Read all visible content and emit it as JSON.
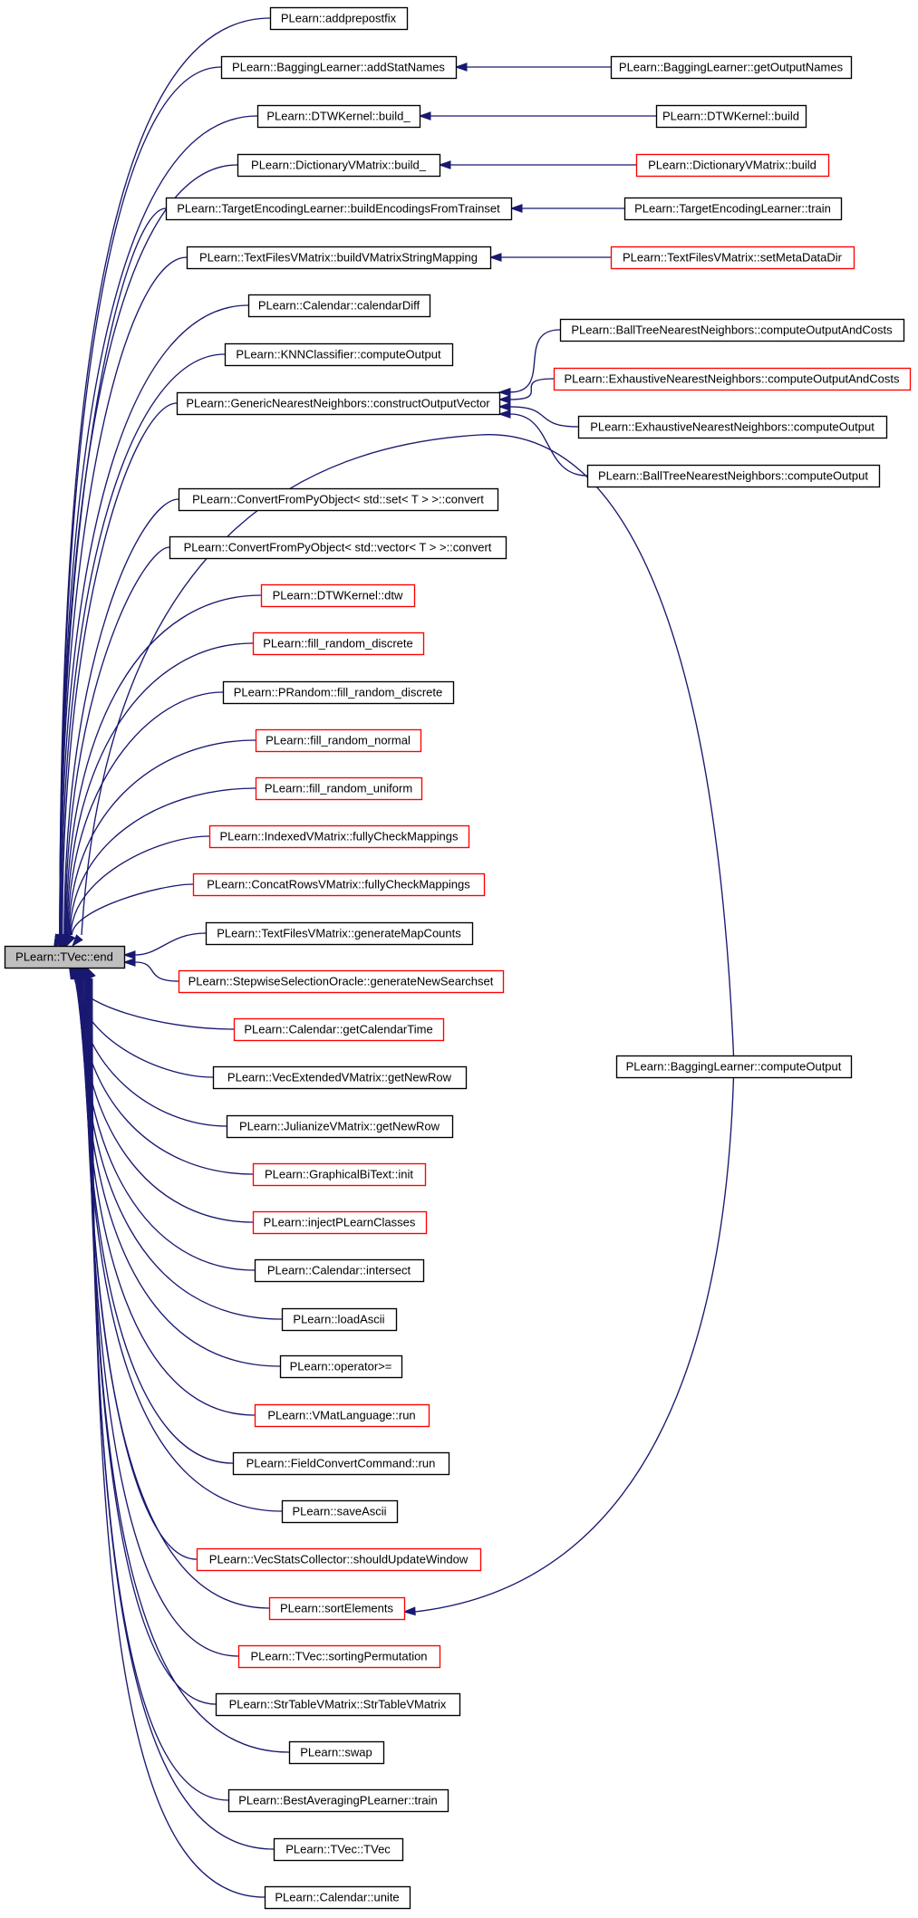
{
  "colors": {
    "edge": "#191970",
    "border_default": "#000000",
    "border_incomplete": "#ff0000",
    "root_fill": "#bfbfbf"
  },
  "nodes": [
    {
      "id": "root",
      "label": "PLearn::TVec::end",
      "style": "root"
    },
    {
      "id": "n1",
      "label": "PLearn::addprepostfix",
      "style": "default"
    },
    {
      "id": "n2",
      "label": "PLearn::BaggingLearner::addStatNames",
      "style": "default"
    },
    {
      "id": "n3",
      "label": "PLearn::DTWKernel::build_",
      "style": "default"
    },
    {
      "id": "n4",
      "label": "PLearn::DictionaryVMatrix::build_",
      "style": "default"
    },
    {
      "id": "n5",
      "label": "PLearn::TargetEncodingLearner::buildEncodingsFromTrainset",
      "style": "default"
    },
    {
      "id": "n6",
      "label": "PLearn::TextFilesVMatrix::buildVMatrixStringMapping",
      "style": "default"
    },
    {
      "id": "n7",
      "label": "PLearn::Calendar::calendarDiff",
      "style": "default"
    },
    {
      "id": "n8",
      "label": "PLearn::KNNClassifier::computeOutput",
      "style": "default"
    },
    {
      "id": "n9",
      "label": "PLearn::GenericNearestNeighbors::constructOutputVector",
      "style": "default"
    },
    {
      "id": "n10",
      "label": "PLearn::ConvertFromPyObject< std::set< T > >::convert",
      "style": "default"
    },
    {
      "id": "n11",
      "label": "PLearn::ConvertFromPyObject< std::vector< T > >::convert",
      "style": "default"
    },
    {
      "id": "n12",
      "label": "PLearn::DTWKernel::dtw",
      "style": "incomplete"
    },
    {
      "id": "n13",
      "label": "PLearn::fill_random_discrete",
      "style": "incomplete"
    },
    {
      "id": "n14",
      "label": "PLearn::PRandom::fill_random_discrete",
      "style": "default"
    },
    {
      "id": "n15",
      "label": "PLearn::fill_random_normal",
      "style": "incomplete"
    },
    {
      "id": "n16",
      "label": "PLearn::fill_random_uniform",
      "style": "incomplete"
    },
    {
      "id": "n17",
      "label": "PLearn::IndexedVMatrix::fullyCheckMappings",
      "style": "incomplete"
    },
    {
      "id": "n18",
      "label": "PLearn::ConcatRowsVMatrix::fullyCheckMappings",
      "style": "incomplete"
    },
    {
      "id": "n19",
      "label": "PLearn::TextFilesVMatrix::generateMapCounts",
      "style": "default"
    },
    {
      "id": "n20",
      "label": "PLearn::StepwiseSelectionOracle::generateNewSearchset",
      "style": "incomplete"
    },
    {
      "id": "n21",
      "label": "PLearn::Calendar::getCalendarTime",
      "style": "incomplete"
    },
    {
      "id": "n22",
      "label": "PLearn::VecExtendedVMatrix::getNewRow",
      "style": "default"
    },
    {
      "id": "n23",
      "label": "PLearn::JulianizeVMatrix::getNewRow",
      "style": "default"
    },
    {
      "id": "n24",
      "label": "PLearn::GraphicalBiText::init",
      "style": "incomplete"
    },
    {
      "id": "n25",
      "label": "PLearn::injectPLearnClasses",
      "style": "incomplete"
    },
    {
      "id": "n26",
      "label": "PLearn::Calendar::intersect",
      "style": "default"
    },
    {
      "id": "n27",
      "label": "PLearn::loadAscii",
      "style": "default"
    },
    {
      "id": "n28",
      "label": "PLearn::operator>=",
      "style": "default"
    },
    {
      "id": "n29",
      "label": "PLearn::VMatLanguage::run",
      "style": "incomplete"
    },
    {
      "id": "n30",
      "label": "PLearn::FieldConvertCommand::run",
      "style": "default"
    },
    {
      "id": "n31",
      "label": "PLearn::saveAscii",
      "style": "default"
    },
    {
      "id": "n32",
      "label": "PLearn::VecStatsCollector::shouldUpdateWindow",
      "style": "incomplete"
    },
    {
      "id": "n33",
      "label": "PLearn::sortElements",
      "style": "incomplete"
    },
    {
      "id": "n34",
      "label": "PLearn::TVec::sortingPermutation",
      "style": "incomplete"
    },
    {
      "id": "n35",
      "label": "PLearn::StrTableVMatrix::StrTableVMatrix",
      "style": "default"
    },
    {
      "id": "n36",
      "label": "PLearn::swap",
      "style": "default"
    },
    {
      "id": "n37",
      "label": "PLearn::BestAveragingPLearner::train",
      "style": "default"
    },
    {
      "id": "n38",
      "label": "PLearn::TVec::TVec",
      "style": "default"
    },
    {
      "id": "n39",
      "label": "PLearn::Calendar::unite",
      "style": "default"
    },
    {
      "id": "m1",
      "label": "PLearn::BaggingLearner::getOutputNames",
      "style": "default"
    },
    {
      "id": "m2",
      "label": "PLearn::DTWKernel::build",
      "style": "default"
    },
    {
      "id": "m3",
      "label": "PLearn::DictionaryVMatrix::build",
      "style": "incomplete"
    },
    {
      "id": "m4",
      "label": "PLearn::TargetEncodingLearner::train",
      "style": "default"
    },
    {
      "id": "m5",
      "label": "PLearn::TextFilesVMatrix::setMetaDataDir",
      "style": "incomplete"
    },
    {
      "id": "m6",
      "label": "PLearn::BallTreeNearestNeighbors::computeOutputAndCosts",
      "style": "default"
    },
    {
      "id": "m7",
      "label": "PLearn::ExhaustiveNearestNeighbors::computeOutputAndCosts",
      "style": "incomplete"
    },
    {
      "id": "m8",
      "label": "PLearn::ExhaustiveNearestNeighbors::computeOutput",
      "style": "default"
    },
    {
      "id": "m9",
      "label": "PLearn::BallTreeNearestNeighbors::computeOutput",
      "style": "default"
    },
    {
      "id": "m10",
      "label": "PLearn::BaggingLearner::computeOutput",
      "style": "default"
    }
  ],
  "edges": [
    {
      "from": "n1",
      "to": "root"
    },
    {
      "from": "n2",
      "to": "root"
    },
    {
      "from": "n3",
      "to": "root"
    },
    {
      "from": "n4",
      "to": "root"
    },
    {
      "from": "n5",
      "to": "root"
    },
    {
      "from": "n6",
      "to": "root"
    },
    {
      "from": "n7",
      "to": "root"
    },
    {
      "from": "n8",
      "to": "root"
    },
    {
      "from": "n9",
      "to": "root"
    },
    {
      "from": "n10",
      "to": "root"
    },
    {
      "from": "n11",
      "to": "root"
    },
    {
      "from": "n12",
      "to": "root"
    },
    {
      "from": "n13",
      "to": "root"
    },
    {
      "from": "n14",
      "to": "root"
    },
    {
      "from": "n15",
      "to": "root"
    },
    {
      "from": "n16",
      "to": "root"
    },
    {
      "from": "n17",
      "to": "root"
    },
    {
      "from": "n18",
      "to": "root"
    },
    {
      "from": "n19",
      "to": "root"
    },
    {
      "from": "n20",
      "to": "root"
    },
    {
      "from": "n21",
      "to": "root"
    },
    {
      "from": "n22",
      "to": "root"
    },
    {
      "from": "n23",
      "to": "root"
    },
    {
      "from": "n24",
      "to": "root"
    },
    {
      "from": "n25",
      "to": "root"
    },
    {
      "from": "n26",
      "to": "root"
    },
    {
      "from": "n27",
      "to": "root"
    },
    {
      "from": "n28",
      "to": "root"
    },
    {
      "from": "n29",
      "to": "root"
    },
    {
      "from": "n30",
      "to": "root"
    },
    {
      "from": "n31",
      "to": "root"
    },
    {
      "from": "n32",
      "to": "root"
    },
    {
      "from": "n33",
      "to": "root"
    },
    {
      "from": "n34",
      "to": "root"
    },
    {
      "from": "n35",
      "to": "root"
    },
    {
      "from": "n36",
      "to": "root"
    },
    {
      "from": "n37",
      "to": "root"
    },
    {
      "from": "n38",
      "to": "root"
    },
    {
      "from": "n39",
      "to": "root"
    },
    {
      "from": "m10",
      "to": "root"
    },
    {
      "from": "m1",
      "to": "n2"
    },
    {
      "from": "m2",
      "to": "n3"
    },
    {
      "from": "m3",
      "to": "n4"
    },
    {
      "from": "m4",
      "to": "n5"
    },
    {
      "from": "m5",
      "to": "n6"
    },
    {
      "from": "m6",
      "to": "n9"
    },
    {
      "from": "m7",
      "to": "n9"
    },
    {
      "from": "m8",
      "to": "n9"
    },
    {
      "from": "m9",
      "to": "n9"
    },
    {
      "from": "m10",
      "to": "n33"
    }
  ]
}
